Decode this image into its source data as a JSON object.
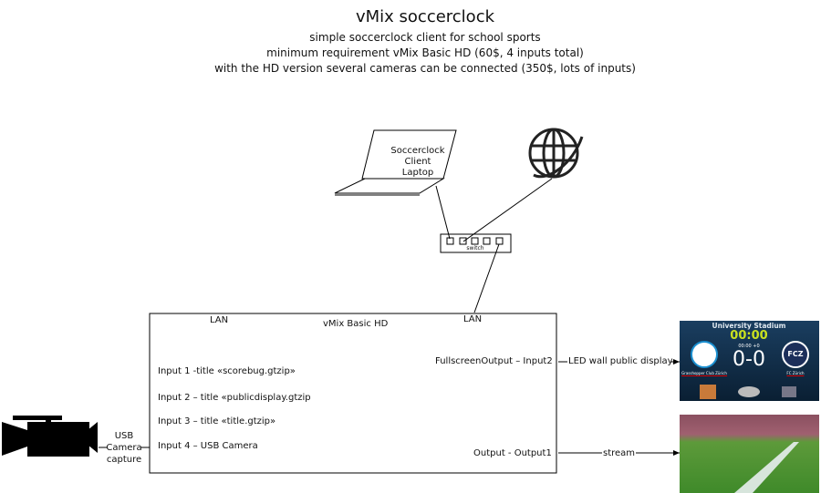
{
  "header": {
    "title": "vMix soccerclock",
    "lines": [
      "simple soccerclock client for school sports",
      "minimum requirement vMix Basic HD (60$, 4 inputs total)",
      "with the HD version  several cameras can be connected (350$, lots of inputs)"
    ]
  },
  "laptop": {
    "lines": [
      "Soccerclock",
      "Client",
      "Laptop"
    ]
  },
  "switch": {
    "label": "switch"
  },
  "vmix": {
    "title": "vMix Basic HD",
    "lan_left": "LAN",
    "lan_right": "LAN",
    "inputs": [
      "Input 1  -title «scorebug.gtzip»",
      "Input 2 – title «publicdisplay.gtzip",
      "Input 3 – title «title.gtzip»",
      "Input 4 – USB Camera"
    ],
    "fullscreen_output": "FullscreenOutput – Input2",
    "output": "Output  - Output1"
  },
  "camera": {
    "lines": [
      "USB",
      "Camera",
      "capture"
    ]
  },
  "led_label": "LED wall public display",
  "stream_label": "stream",
  "scoreboard": {
    "venue": "University Stadium",
    "clock": "00:00",
    "subclock": "00:00  +0",
    "score": "0-0",
    "home": "Grasshopper Club Zürich",
    "away": "FC Zürich",
    "away_logo": "FCZ"
  },
  "colors": {
    "scoreboard_bg": "#0e2a44",
    "clock": "#c8e020",
    "grass": "#3f8a2a"
  }
}
